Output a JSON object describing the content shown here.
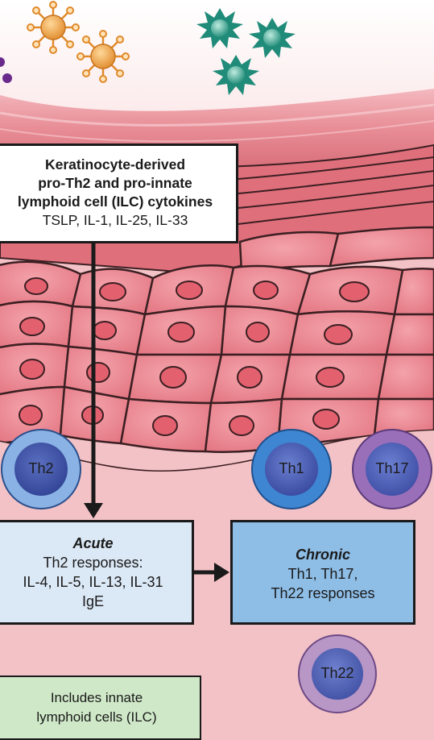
{
  "keratinocyte_box": {
    "line1": "Keratinocyte-derived",
    "line2": "pro-Th2 and pro-innate",
    "line3": "lymphoid cell (ILC) cytokines",
    "line4": "TSLP, IL-1, IL-25, IL-33"
  },
  "acute_box": {
    "title": "Acute",
    "line1": "Th2 responses:",
    "line2": "IL-4, IL-5, IL-13, IL-31",
    "line3": "IgE"
  },
  "chronic_box": {
    "title": "Chronic",
    "line1": "Th1, Th17,",
    "line2": "Th22 responses"
  },
  "innate_box": {
    "line1": "Includes innate",
    "line2": "lymphoid cells (ILC)"
  },
  "t_cells": {
    "th2": "Th2",
    "th1": "Th1",
    "th17": "Th17",
    "th22": "Th22"
  },
  "colors": {
    "background": "#f3c2c6",
    "skin_tissue": "#e07b86",
    "th2_cell": "#8ab2e4",
    "th1_cell": "#3f86d2",
    "th17_cell": "#9a6fba",
    "th22_cell": "#b896c6",
    "acute_fill": "#dbe8f5",
    "chronic_fill": "#8ebde6",
    "innate_fill": "#cfe8c8"
  }
}
